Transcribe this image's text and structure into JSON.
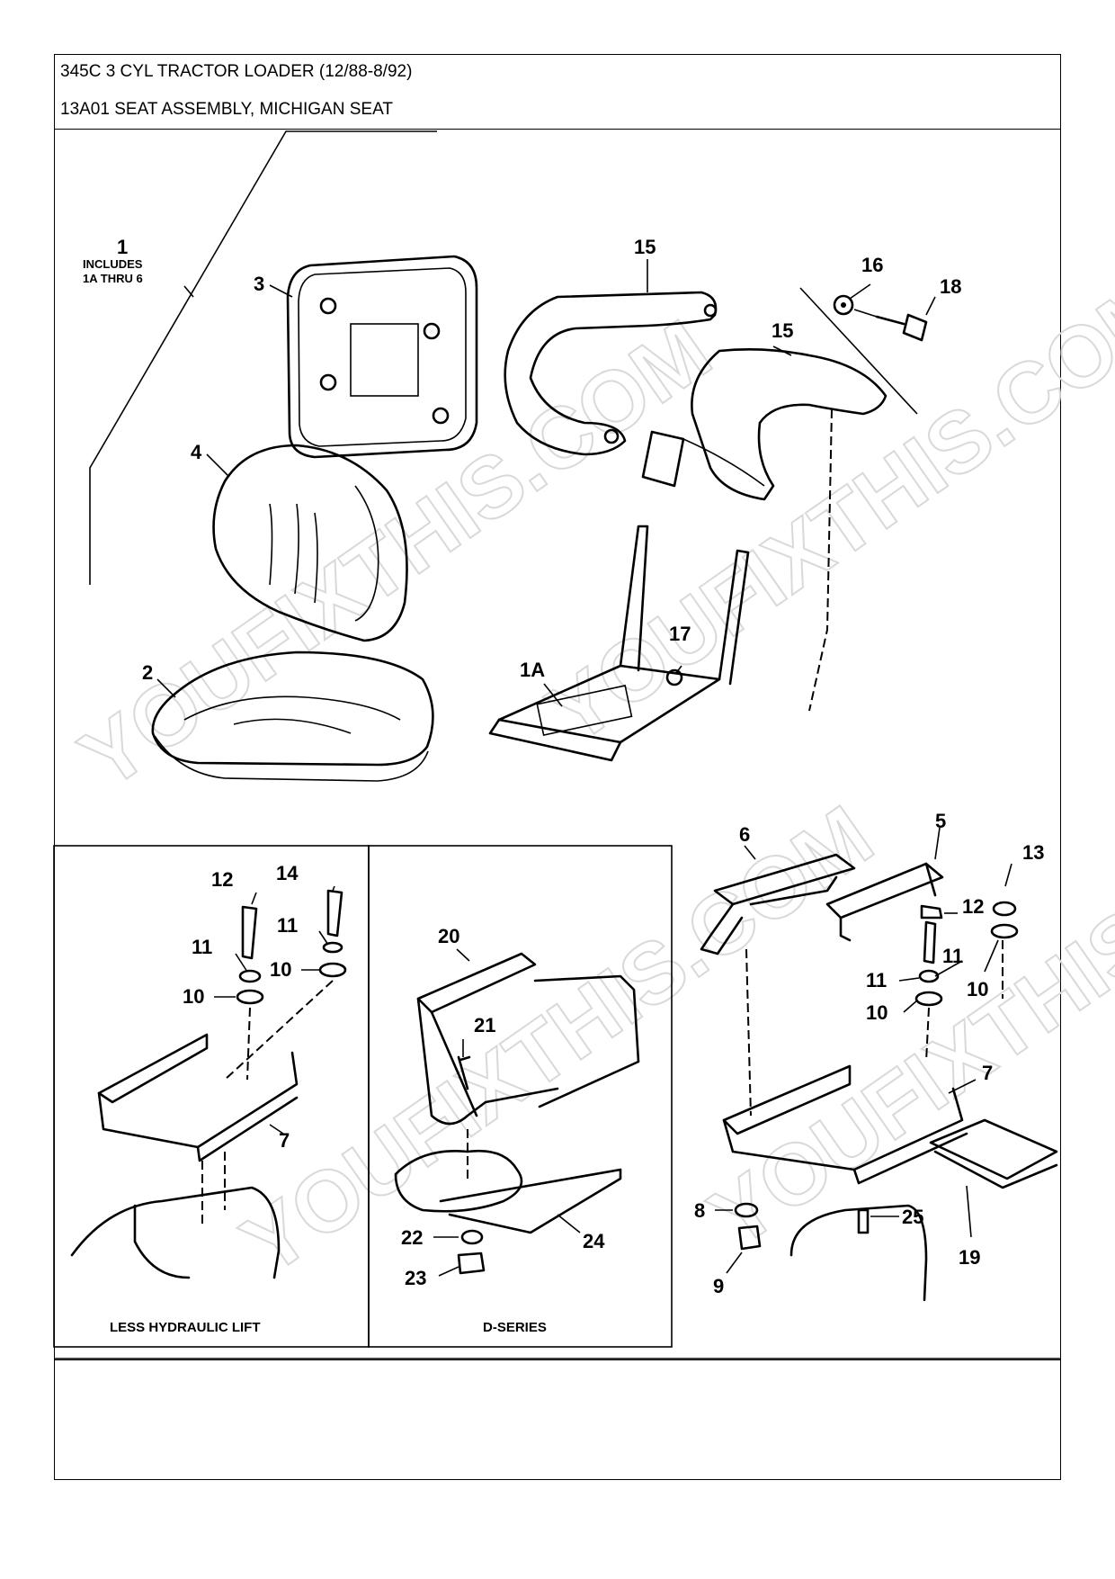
{
  "header": {
    "line1": "345C 3 CYL TRACTOR LOADER (12/88-8/92)",
    "line2": "13A01 SEAT ASSEMBLY, MICHIGAN SEAT"
  },
  "watermark": "YOUFIXTHIS.COM",
  "callouts": {
    "c1": "1",
    "c1_note1": "INCLUDES",
    "c1_note2": "1A THRU 6",
    "c1A": "1A",
    "c2": "2",
    "c3": "3",
    "c4": "4",
    "c5": "5",
    "c6": "6",
    "c7a": "7",
    "c7b": "7",
    "c8": "8",
    "c9": "9",
    "c10a": "10",
    "c10b": "10",
    "c10c": "10",
    "c10d": "10",
    "c11a": "11",
    "c11b": "11",
    "c11c": "11",
    "c11d": "11",
    "c12a": "12",
    "c12b": "12",
    "c13": "13",
    "c14": "14",
    "c15a": "15",
    "c15b": "15",
    "c16": "16",
    "c17": "17",
    "c18": "18",
    "c19": "19",
    "c20": "20",
    "c21": "21",
    "c22": "22",
    "c23": "23",
    "c24": "24",
    "c25": "25"
  },
  "captions": {
    "left": "LESS HYDRAULIC LIFT",
    "middle": "D-SERIES"
  }
}
